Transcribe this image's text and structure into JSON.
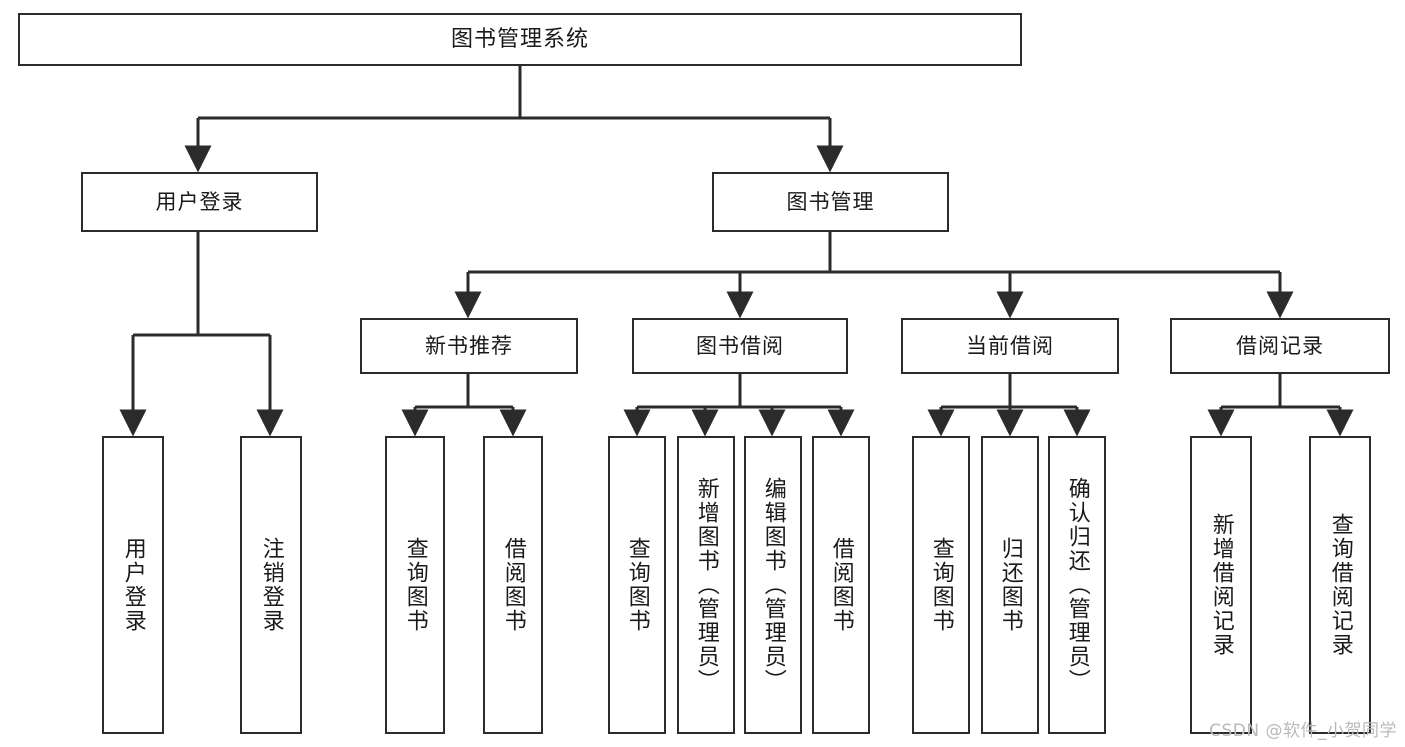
{
  "diagram": {
    "title": "图书管理系统",
    "watermark": "CSDN @软件_小贺同学",
    "colors": {
      "stroke": "#2b2b2b",
      "fill": "#ffffff",
      "text": "#1a1a1a",
      "watermark": "#b9b9b9"
    },
    "nodes": {
      "root": "图书管理系统",
      "user_login": "用户登录",
      "book_manage": "图书管理",
      "new_book_rec": "新书推荐",
      "book_borrow": "图书借阅",
      "current_borrow": "当前借阅",
      "borrow_record": "借阅记录",
      "leaf_user_login": "用户登录",
      "leaf_logout_login": "注销登录",
      "leaf_query_book_a": "查询图书",
      "leaf_borrow_book_a": "借阅图书",
      "leaf_query_book_b": "查询图书",
      "leaf_add_book_admin": "新增图书（管理员）",
      "leaf_edit_book_admin": "编辑图书（管理员）",
      "leaf_borrow_book_b": "借阅图书",
      "leaf_query_book_c": "查询图书",
      "leaf_return_book": "归还图书",
      "leaf_confirm_return_admin": "确认归还（管理员）",
      "leaf_add_record": "新增借阅记录",
      "leaf_query_record": "查询借阅记录"
    }
  }
}
